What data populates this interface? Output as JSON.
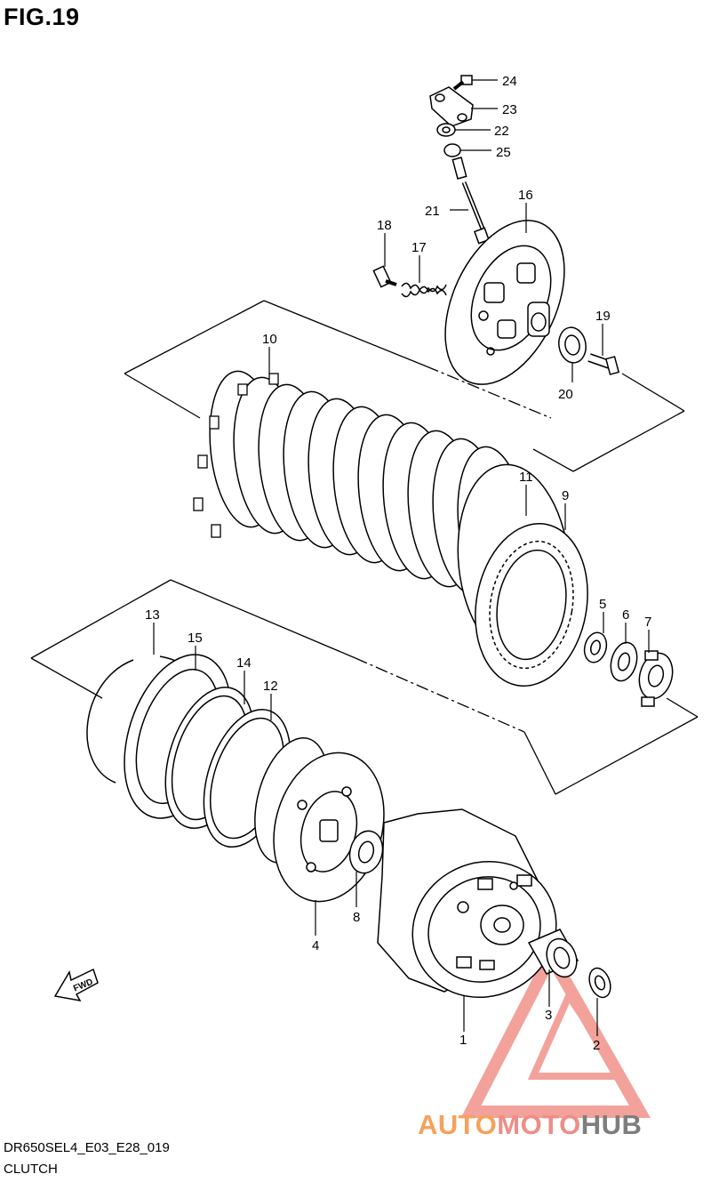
{
  "figure": {
    "title": "FIG.19"
  },
  "parts": [
    {
      "id": "p24",
      "number": "24"
    },
    {
      "id": "p23",
      "number": "23"
    },
    {
      "id": "p22",
      "number": "22"
    },
    {
      "id": "p25",
      "number": "25"
    },
    {
      "id": "p16",
      "number": "16"
    },
    {
      "id": "p21",
      "number": "21"
    },
    {
      "id": "p18",
      "number": "18"
    },
    {
      "id": "p17",
      "number": "17"
    },
    {
      "id": "p19",
      "number": "19"
    },
    {
      "id": "p20",
      "number": "20"
    },
    {
      "id": "p10",
      "number": "10"
    },
    {
      "id": "p11",
      "number": "11"
    },
    {
      "id": "p9",
      "number": "9"
    },
    {
      "id": "p5",
      "number": "5"
    },
    {
      "id": "p6",
      "number": "6"
    },
    {
      "id": "p7",
      "number": "7"
    },
    {
      "id": "p13",
      "number": "13"
    },
    {
      "id": "p15",
      "number": "15"
    },
    {
      "id": "p14",
      "number": "14"
    },
    {
      "id": "p12",
      "number": "12"
    },
    {
      "id": "p8",
      "number": "8"
    },
    {
      "id": "p4",
      "number": "4"
    },
    {
      "id": "p3",
      "number": "3"
    },
    {
      "id": "p2",
      "number": "2"
    },
    {
      "id": "p1",
      "number": "1"
    }
  ],
  "fwd_arrow": {
    "label": "FWD"
  },
  "footer": {
    "diagram_code": "DR650SEL4_E03_E28_019",
    "section_name": "CLUTCH"
  },
  "watermark": {
    "part_a": "AUTO",
    "part_b": "MOTO",
    "part_c": "HUB"
  },
  "colors": {
    "line": "#000000",
    "watermark_orange": "#f4a25c",
    "watermark_red": "#e8574a",
    "watermark_gray": "#7e7e7e"
  }
}
